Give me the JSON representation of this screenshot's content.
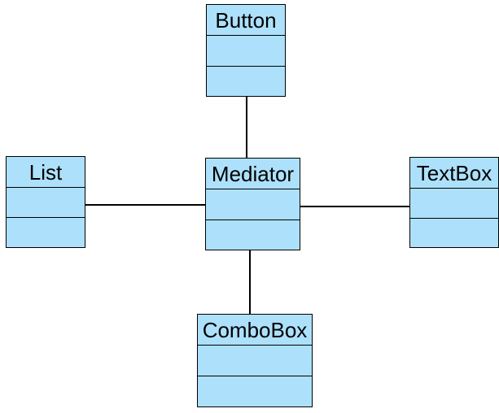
{
  "diagram": {
    "kind": "uml-class-diagram",
    "colors": {
      "background": "#ffffff",
      "box_fill": "#ade1fb",
      "line": "#000000",
      "text": "#000000"
    },
    "classes": [
      {
        "name": "Button",
        "attributes": [],
        "methods": []
      },
      {
        "name": "List",
        "attributes": [],
        "methods": []
      },
      {
        "name": "Mediator",
        "attributes": [],
        "methods": []
      },
      {
        "name": "TextBox",
        "attributes": [],
        "methods": []
      },
      {
        "name": "ComboBox",
        "attributes": [],
        "methods": []
      }
    ],
    "connectors": [
      {
        "from": "Mediator",
        "to": "Button"
      },
      {
        "from": "Mediator",
        "to": "List"
      },
      {
        "from": "Mediator",
        "to": "TextBox"
      },
      {
        "from": "Mediator",
        "to": "ComboBox"
      }
    ]
  }
}
